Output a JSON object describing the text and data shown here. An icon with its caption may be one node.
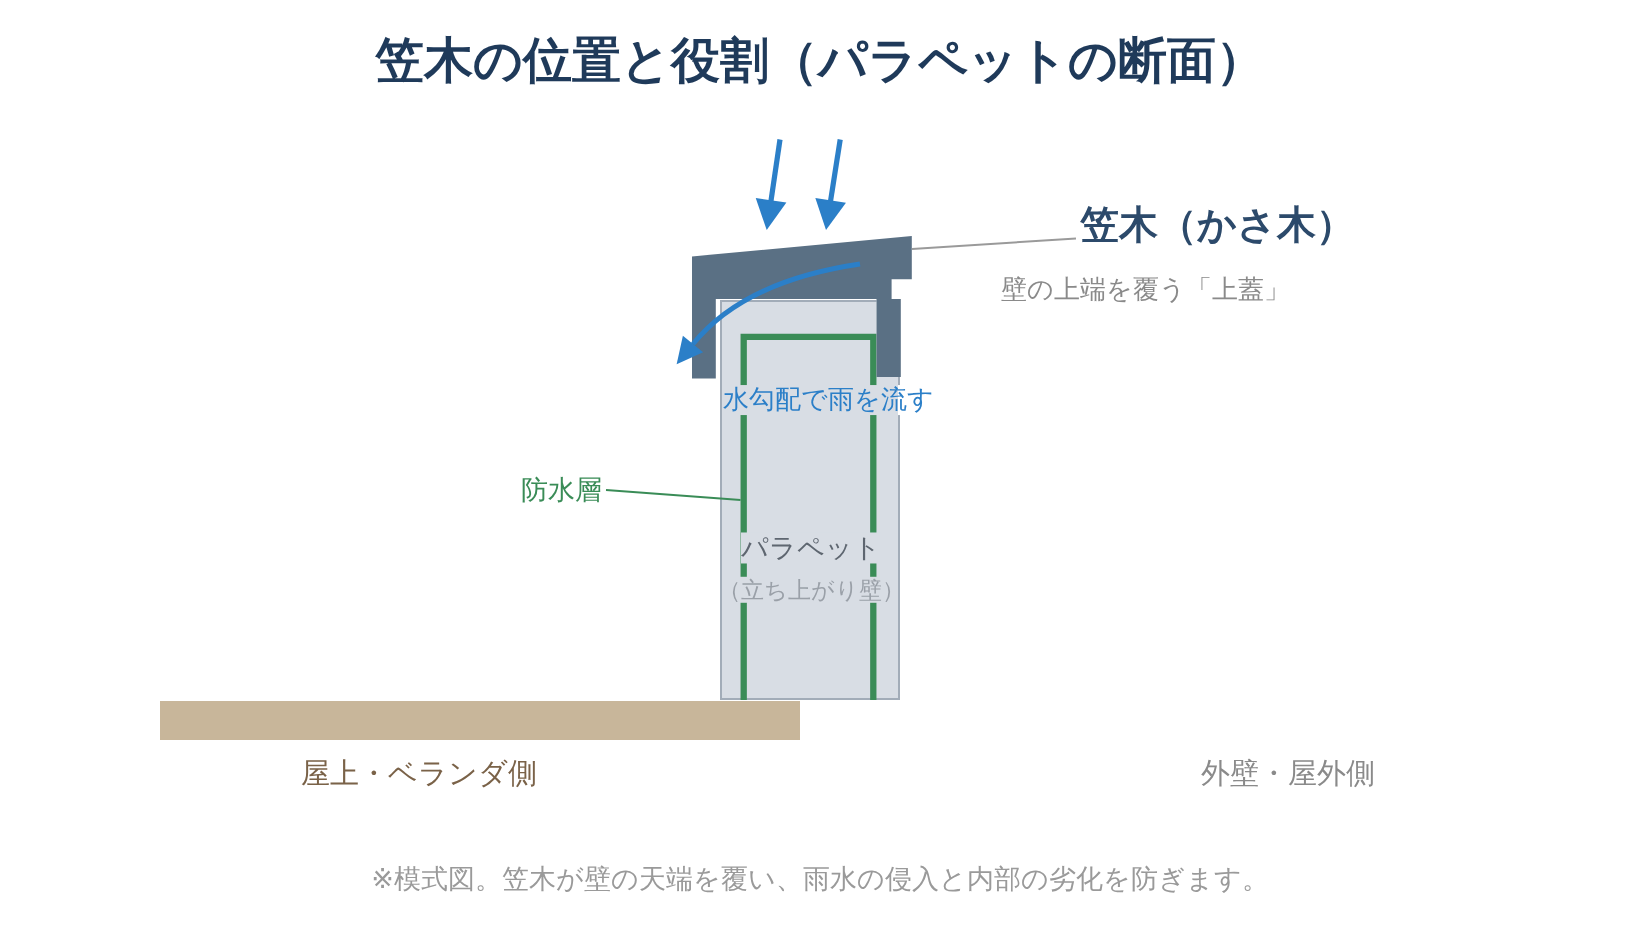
{
  "diagram": {
    "title": "笠木の位置と役割（パラペットの断面）",
    "nodes": [
      {
        "text": [],
        "shape": "picture"
      },
      {
        "text": [
          "笠木（かさ木）"
        ],
        "beside": [
          "壁の上端を覆う「上蓋」"
        ]
      },
      {
        "text": [
          "パラペット",
          "（立ち上がり壁）"
        ]
      },
      {
        "text": [
          "防水層"
        ]
      },
      {
        "text": [],
        "shape": "bar",
        "beside": [
          "屋上・ベランダ側"
        ]
      }
    ],
    "edges": [
      {
        "from": 1,
        "to": 0,
        "arrow": "none",
        "color": "#9a9a9a"
      },
      {
        "from": 3,
        "to": 2,
        "arrow": "none",
        "color": "#3a8c57"
      }
    ],
    "labels": [
      "水勾配で雨を流す",
      "外壁・屋外側"
    ],
    "caption": "※模式図。笠木が壁の天端を覆い、雨水の侵入と内部の劣化を防ぎます。"
  }
}
